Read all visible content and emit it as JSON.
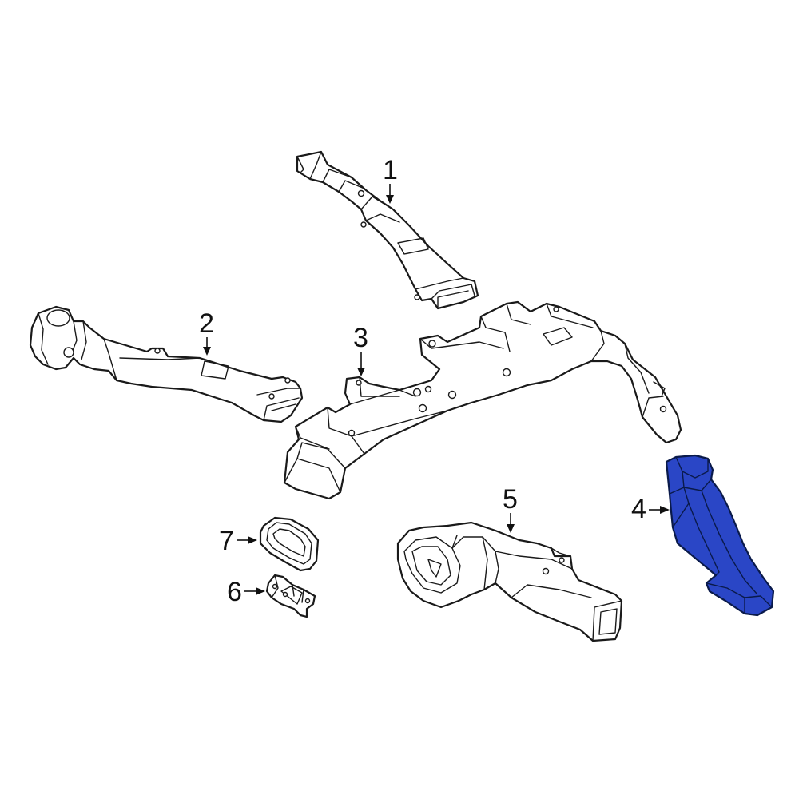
{
  "diagram": {
    "highlight_color": "#2a46c6",
    "callouts": [
      {
        "id": "1",
        "label": "1"
      },
      {
        "id": "2",
        "label": "2"
      },
      {
        "id": "3",
        "label": "3"
      },
      {
        "id": "4",
        "label": "4"
      },
      {
        "id": "5",
        "label": "5"
      },
      {
        "id": "6",
        "label": "6"
      },
      {
        "id": "7",
        "label": "7"
      }
    ],
    "highlighted_part": "4"
  }
}
